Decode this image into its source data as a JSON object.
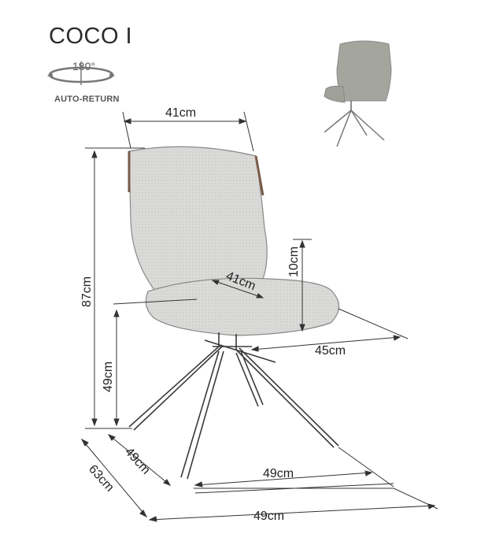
{
  "product": {
    "name": "COCO I",
    "rotation": "180°",
    "rotation_caption": "AUTO-RETURN"
  },
  "dimensions": {
    "back_width": "41cm",
    "total_height": "87cm",
    "seat_height": "49cm",
    "seat_depth": "41cm",
    "seat_thickness": "10cm",
    "seat_front_depth": "45cm",
    "base_depth": "49cm",
    "base_width_inner": "49cm",
    "overall_depth": "63cm",
    "overall_width": "49cm"
  },
  "colors": {
    "fabric": "#d9d9d7",
    "line": "#3a3a3a",
    "accent": "#cf8a8a"
  }
}
